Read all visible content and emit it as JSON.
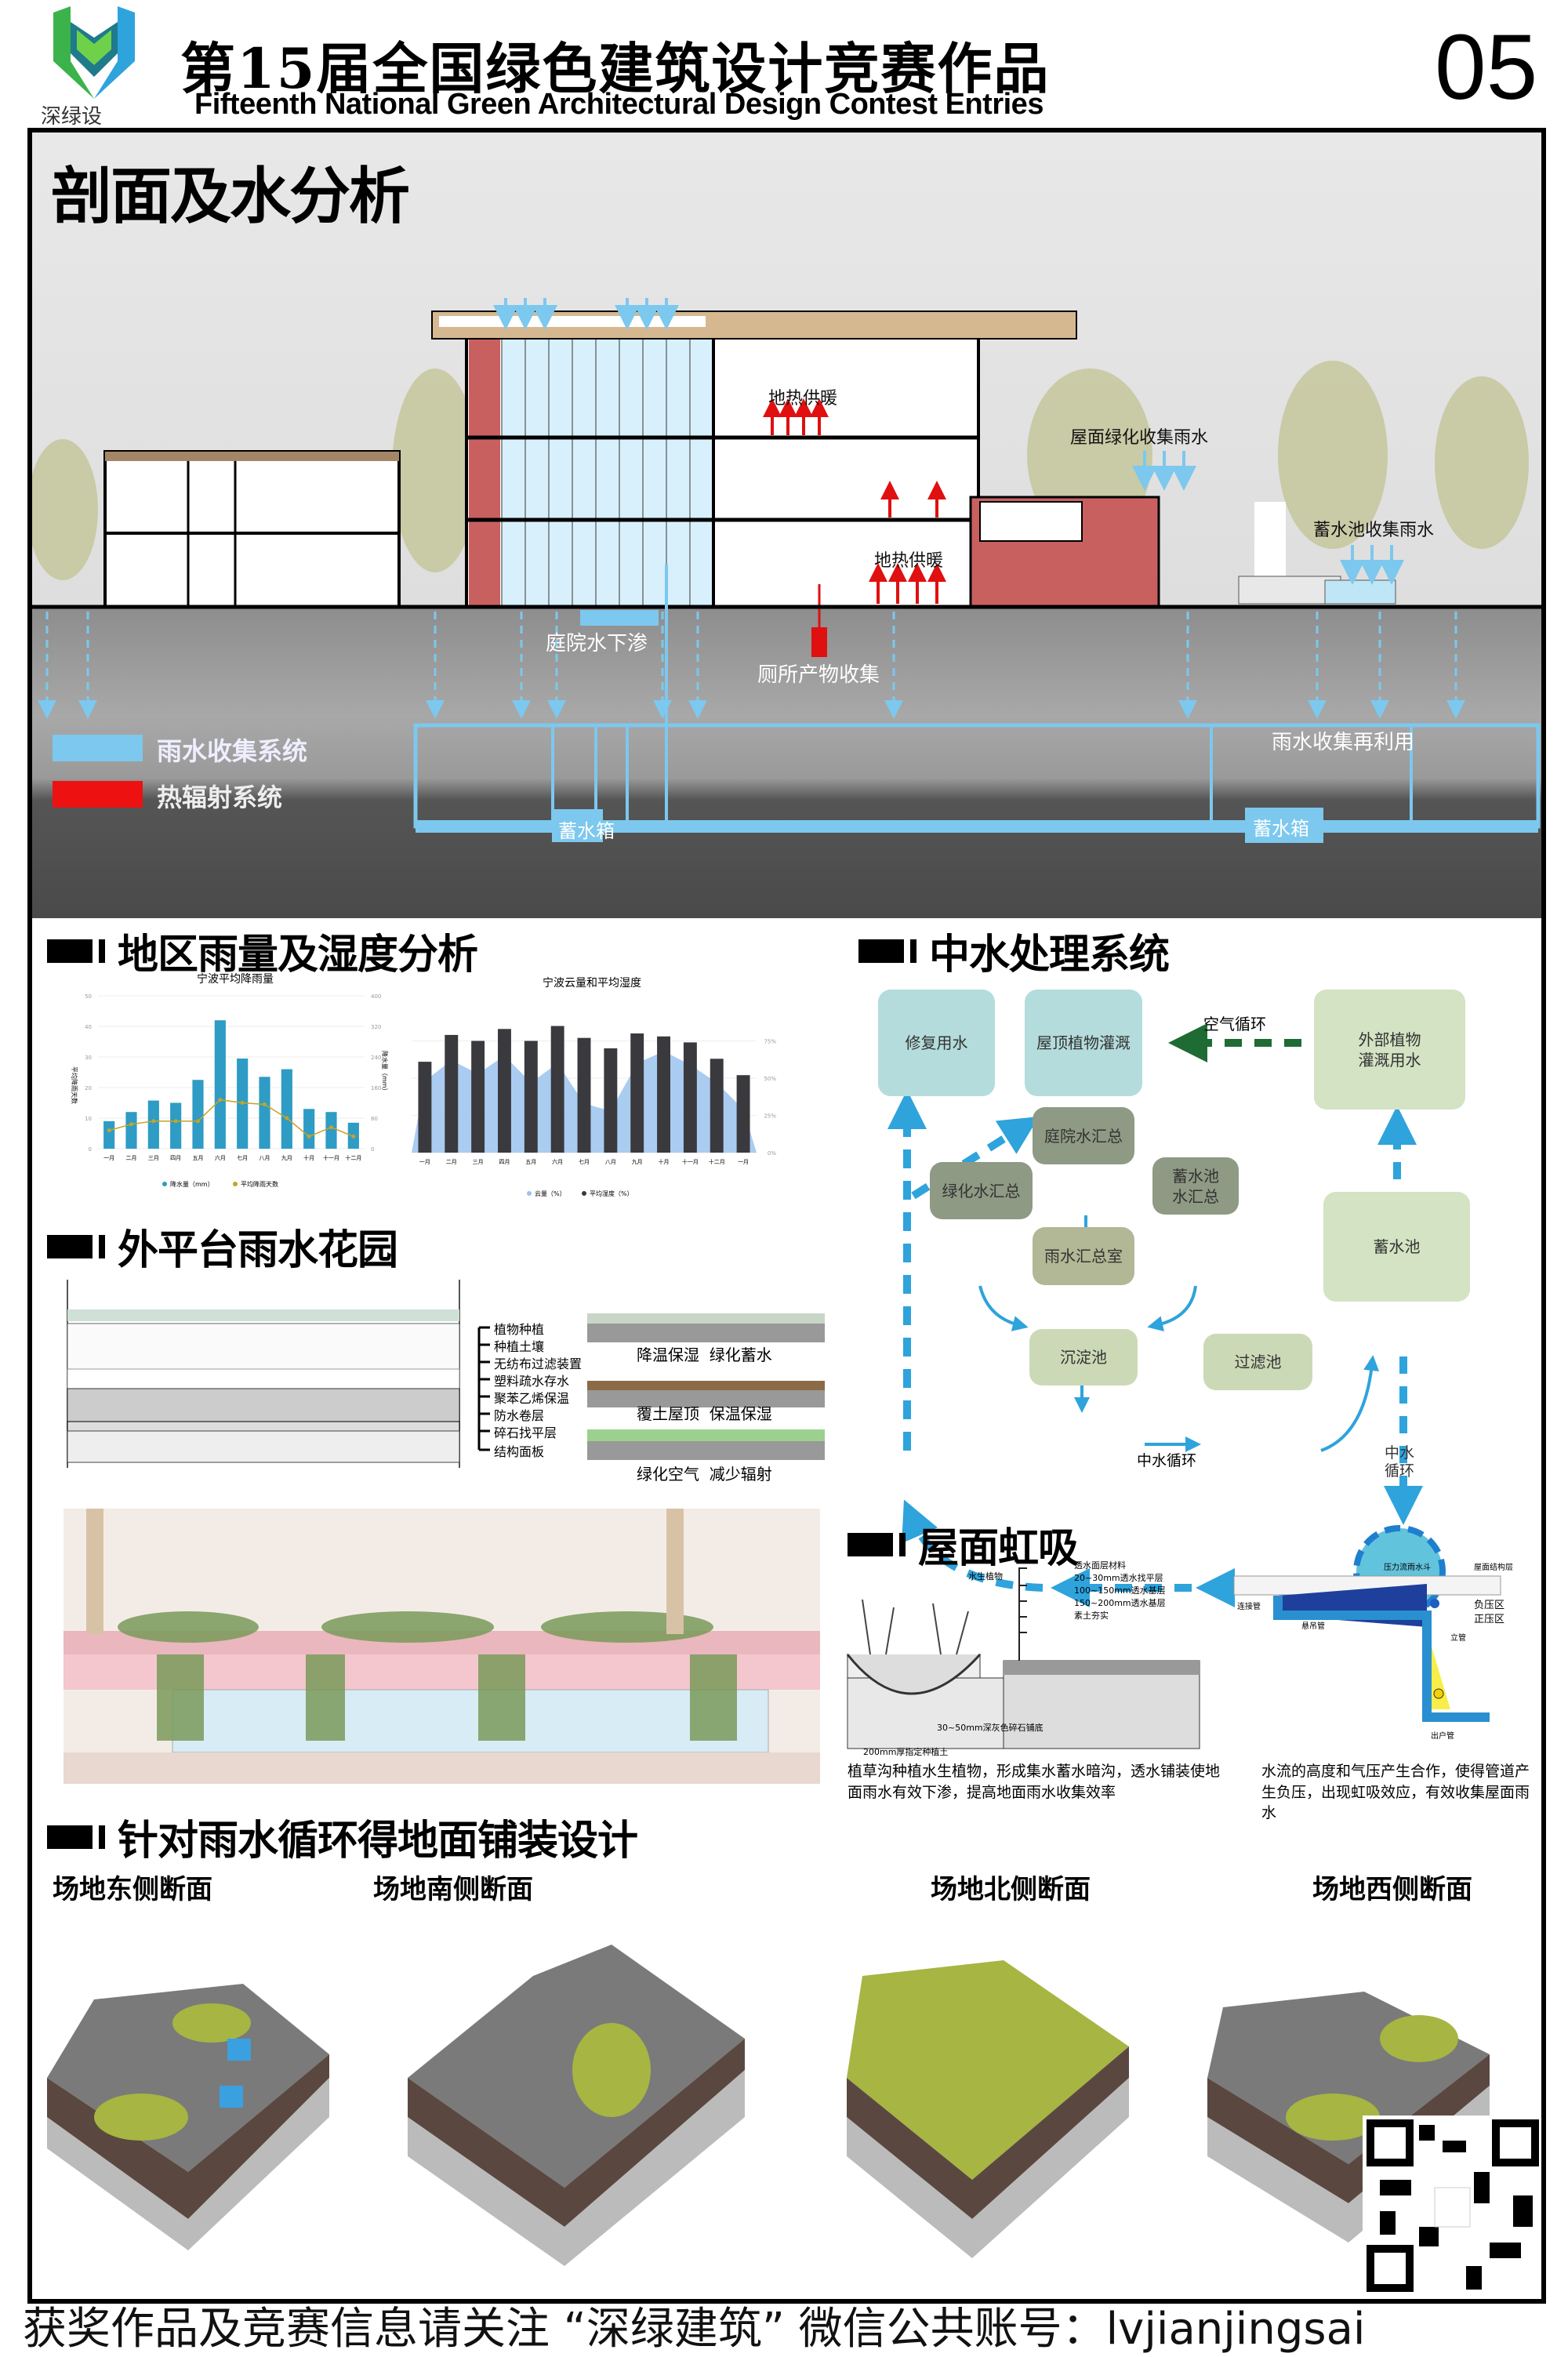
{
  "header": {
    "logo_text": "深绿设",
    "title": "第15届全国绿色建筑设计竞赛作品",
    "subtitle": "Fifteenth National Green Architectural Design Contest Entries",
    "page_number": "05"
  },
  "section_analysis": {
    "title": "剖面及水分析",
    "labels": {
      "geothermal_upper": "地热供暖",
      "geothermal_lower": "地热供暖",
      "roof_green": "屋面绿化收集雨水",
      "pool_collect": "蓄水池收集雨水",
      "courtyard": "庭院水下渗",
      "toilet": "厕所产物收集",
      "reuse": "雨水收集再利用",
      "tank1": "蓄水箱",
      "tank2": "蓄水箱"
    },
    "legend": [
      {
        "label": "雨水收集系统",
        "color": "#7cc8ee"
      },
      {
        "label": "热辐射系统",
        "color": "#ee1111"
      }
    ]
  },
  "rain_section": {
    "title": "地区雨量及湿度分析"
  },
  "chart_data": [
    {
      "type": "bar",
      "title": "宁波平均降雨量",
      "categories": [
        "一月",
        "二月",
        "三月",
        "四月",
        "五月",
        "六月",
        "七月",
        "八月",
        "九月",
        "十月",
        "十一月",
        "十二月"
      ],
      "ylabel": "平均降雨天数",
      "y2label": "降水量（mm）",
      "ylim": [
        0,
        50
      ],
      "y2lim": [
        0,
        400
      ],
      "yticks": [
        "0",
        "10",
        "20",
        "30",
        "40",
        "50"
      ],
      "y2ticks": [
        "0",
        "80",
        "160",
        "240",
        "320",
        "400"
      ],
      "series": [
        {
          "name": "降水量（mm）",
          "type": "bar",
          "axis": "right",
          "color": "#2e9cc4",
          "values": [
            72,
            96,
            126,
            120,
            180,
            336,
            236,
            188,
            208,
            104,
            96,
            68
          ]
        },
        {
          "name": "平均降雨天数",
          "type": "line",
          "axis": "left",
          "color": "#c9a227",
          "values": [
            6,
            8,
            9,
            9,
            9,
            16,
            15,
            14.5,
            10,
            4,
            7,
            4
          ]
        }
      ]
    },
    {
      "type": "bar",
      "title": "宁波云量和平均湿度",
      "categories": [
        "一月",
        "二月",
        "三月",
        "四月",
        "五月",
        "六月",
        "七月",
        "八月",
        "九月",
        "十月",
        "十一月",
        "十二月",
        "一月"
      ],
      "ylim": [
        0,
        100
      ],
      "yticks": [
        "0%",
        "25%",
        "50%",
        "75%"
      ],
      "series": [
        {
          "name": "云量（%）",
          "type": "area",
          "color": "#9cc3ee",
          "values": [
            48,
            62,
            53,
            65,
            47,
            60,
            33,
            28,
            60,
            68,
            59,
            47,
            29
          ]
        },
        {
          "name": "平均湿度（%）",
          "type": "bar",
          "color": "#3a3a3e",
          "values": [
            61,
            79,
            75,
            83,
            75,
            85,
            77,
            70,
            80,
            78,
            74,
            63,
            52
          ]
        }
      ]
    }
  ],
  "flow": {
    "title": "中水处理系统",
    "boxes": {
      "repair": "修复用水",
      "roof_irrigation": "屋顶植物灌溉",
      "external": "外部植物\n灌溉用水",
      "courtyard": "庭院水汇总",
      "green": "绿化水汇总",
      "pool_sum": "蓄水池\n水汇总",
      "rain_room": "雨水汇总室",
      "pool": "蓄水池",
      "sediment": "沉淀池",
      "filter": "过滤池",
      "cycle": "中水\n循环"
    },
    "air_cycle": "空气循环",
    "water_cycle": "中水循环"
  },
  "garden": {
    "title": "外平台雨水花园",
    "layers": [
      "植物种植",
      "种植土壤",
      "无纺布过滤装置",
      "塑料疏水存水",
      "聚苯乙烯保温",
      "防水卷层",
      "碎石找平层",
      "结构面板"
    ],
    "strips": [
      "降温保湿  绿化蓄水",
      "覆土屋顶  保温保湿",
      "绿化空气  减少辐射"
    ]
  },
  "siphon": {
    "title": "屋面虹吸",
    "left_labels": [
      "水生植物",
      "透水面层材料",
      "20~30mm透水找平层",
      "100~150mm透水基层",
      "150~200mm透水基层",
      "素土夯实",
      "30~50mm深灰色碎石铺底",
      "200mm厚指定种植土"
    ],
    "right_labels": [
      "压力流雨水斗",
      "屋面结构层",
      "连接管",
      "悬吊管",
      "立管",
      "出户管",
      "负压区",
      "正压区"
    ],
    "left_text": "植草沟种植水生植物，形成集水蓄水暗沟，透水铺装使地面雨水有效下渗，提高地面雨水收集效率",
    "right_text": "水流的高度和气压产生合作，使得管道产生负压，出现虹吸效应，有效收集屋面雨水"
  },
  "paving": {
    "title": "针对雨水循环得地面铺装设计",
    "views": [
      "场地东侧断面",
      "场地南侧断面",
      "场地北侧断面",
      "场地西侧断面"
    ]
  },
  "footer": "获奖作品及竞赛信息请关注 “深绿建筑” 微信公共账号：lvjianjingsai"
}
